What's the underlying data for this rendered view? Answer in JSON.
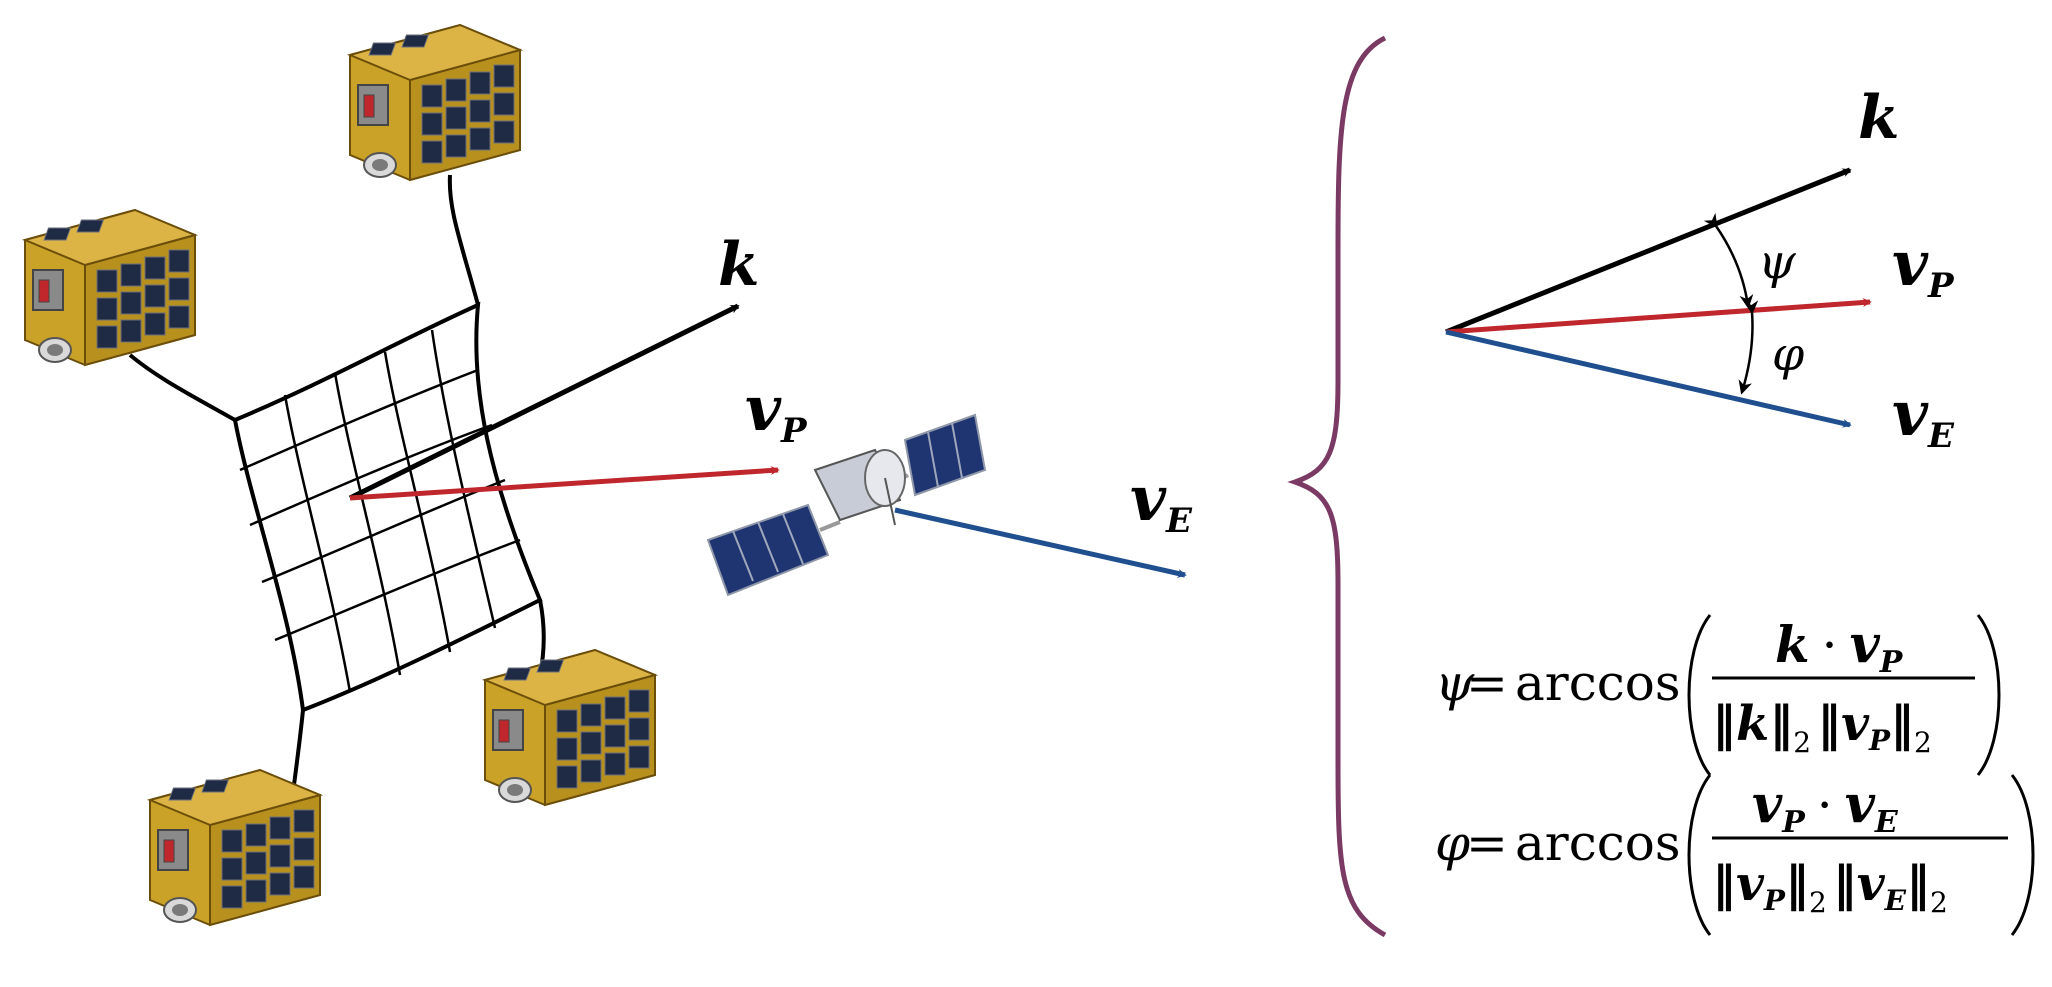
{
  "colors": {
    "k": "#000000",
    "vp": "#c0272d",
    "ve": "#1f4f8f",
    "brace": "#7a3a63"
  },
  "labels": {
    "k": "k",
    "v": "v",
    "p": "P",
    "e": "E",
    "psi": "ψ",
    "phi": "φ"
  },
  "equations": {
    "psi": {
      "lhs": "ψ",
      "eq": "=",
      "func": "arccos",
      "num_a": "k",
      "dot": "·",
      "num_b": "v",
      "num_b_sub": "P",
      "den_a": "‖k‖",
      "den_a_sub": "2",
      "den_b": "‖v",
      "den_b_sub_inner": "P",
      "den_b_close": "‖",
      "den_b_sub": "2"
    },
    "phi": {
      "lhs": "φ",
      "eq": "=",
      "func": "arccos",
      "num_a": "v",
      "num_a_sub": "P",
      "dot": "·",
      "num_b": "v",
      "num_b_sub": "E",
      "den_a": "‖v",
      "den_a_sub_inner": "P",
      "den_a_close": "‖",
      "den_a_sub": "2",
      "den_b": "‖v",
      "den_b_sub_inner": "E",
      "den_b_close": "‖",
      "den_b_sub": "2"
    }
  }
}
